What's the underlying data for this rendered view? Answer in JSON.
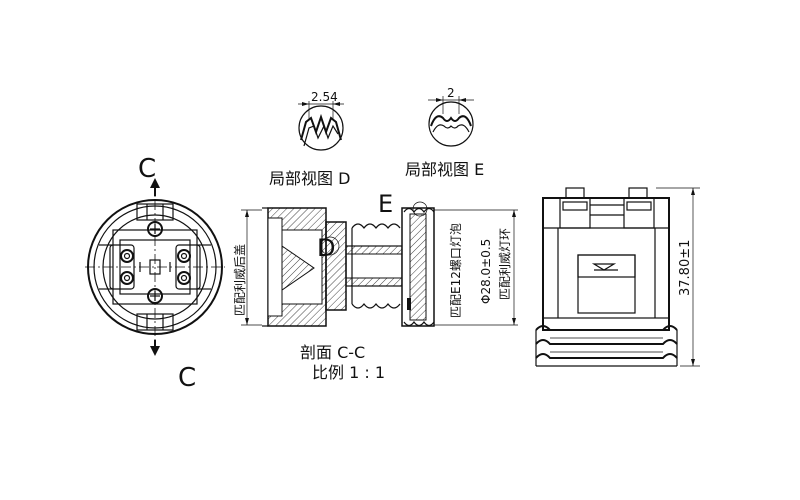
{
  "labels": {
    "section_mark_top": "C",
    "section_mark_bottom": "C",
    "detail_d_title": "局部视图 D",
    "detail_e_title": "局部视图 E",
    "detail_d_marker": "D",
    "detail_e_marker": "E",
    "section_title": "剖面 C-C",
    "scale": "比例 1 : 1"
  },
  "dimensions": {
    "detail_d_pitch": "2.54",
    "detail_e_width": "2",
    "diameter": "Φ28.0±0.5",
    "height": "37.80±1"
  },
  "notes": {
    "rear_cover": "匹配利威后盖",
    "e12_lamp": "匹配E12螺口灯泡",
    "lamp_ring": "匹配利威灯环"
  }
}
